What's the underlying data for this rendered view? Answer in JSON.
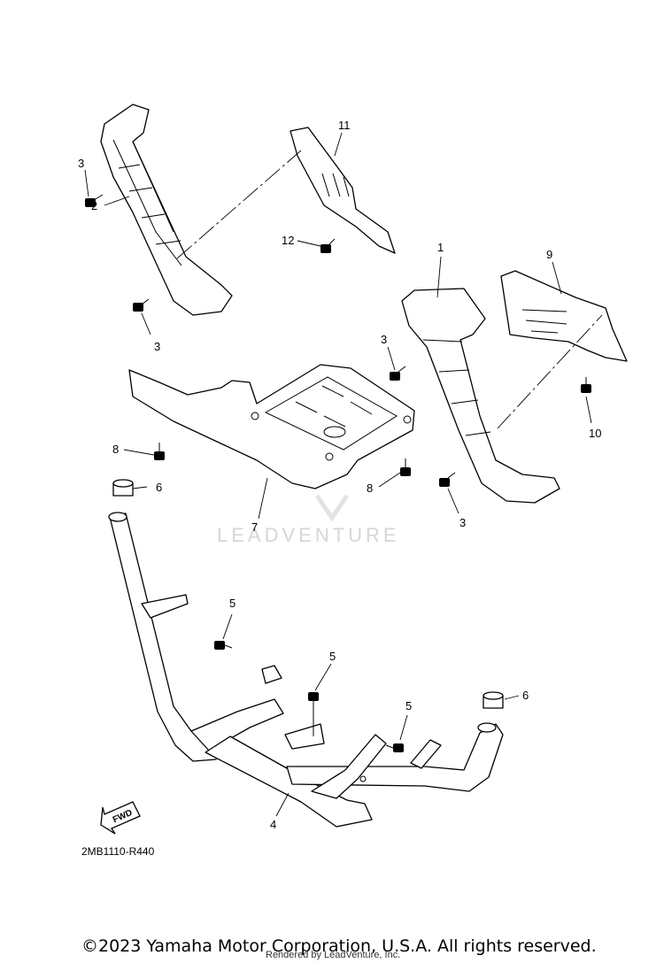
{
  "diagram_code": "2MB1110-R440",
  "watermark": "LEADVENTURE",
  "fwd_label": "FWD",
  "copyright": "©2023 Yamaha Motor Corporation, U.S.A. All rights reserved.",
  "rendered_by": "Rendered by LeadVenture, Inc.",
  "callouts": {
    "c1": "1",
    "c2": "2",
    "c3a": "3",
    "c3b": "3",
    "c3c": "3",
    "c3d": "3",
    "c4": "4",
    "c5a": "5",
    "c5b": "5",
    "c5c": "5",
    "c6a": "6",
    "c6b": "6",
    "c7": "7",
    "c8a": "8",
    "c8b": "8",
    "c9": "9",
    "c10": "10",
    "c11": "11",
    "c12": "12"
  }
}
